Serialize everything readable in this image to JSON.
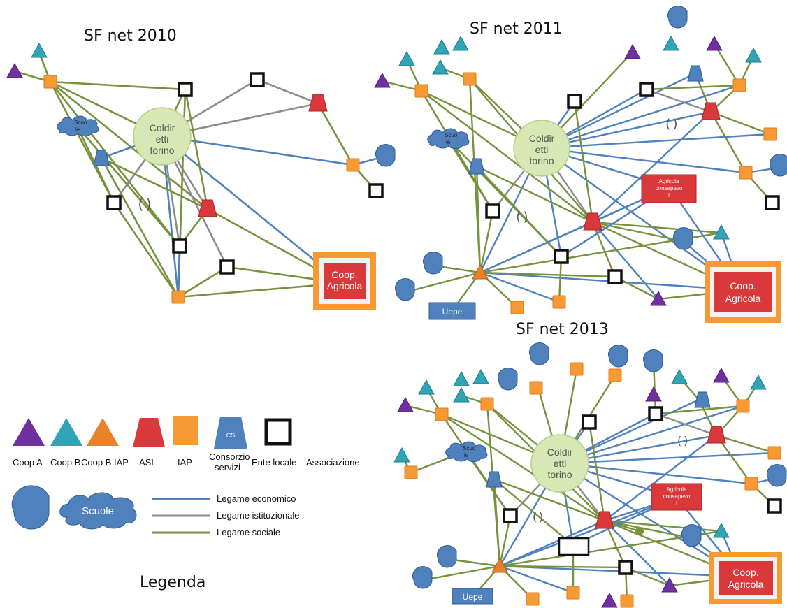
{
  "titles": {
    "net2010": "SF net 2010",
    "net2011": "SF net 2011",
    "net2013": "SF net 2013"
  },
  "hub_label": [
    "Coldir",
    "etti",
    "torino"
  ],
  "coop_box_label": [
    "Coop.",
    "Agricola"
  ],
  "agricola_box_label": [
    "Agricola",
    "consapevo",
    "l"
  ],
  "uepe_label": "Uepe",
  "scuole_small_label": [
    "Scuo",
    "le"
  ],
  "legend": {
    "title": "Legenda",
    "shape_labels": {
      "coop_a": "Coop A",
      "coop_b": "Coop B",
      "coop_b_iap": "Coop B IAP",
      "asl": "ASL",
      "iap": "IAP",
      "consorzio": [
        "Consorzio",
        "servizi"
      ],
      "consorzio_icon_text": "CS",
      "ente_locale": "Ente locale",
      "associazione": "Associazione",
      "scuole": "Scuole"
    },
    "edge_labels": {
      "economico": "Legame economico",
      "istituzionale": "Legame istituzionale",
      "sociale": "Legame sociale"
    }
  },
  "colors": {
    "economico": "#4f81bd",
    "istituzionale": "#8c8c8c",
    "sociale": "#76923c",
    "coop_a": "#7030a0",
    "coop_b": "#31a5b5",
    "coop_b_iap": "#e8822a",
    "asl": "#d9393b",
    "iap": "#f79a35",
    "consorzio": "#4f81bd",
    "hub_fill": "#d7e8b4"
  }
}
